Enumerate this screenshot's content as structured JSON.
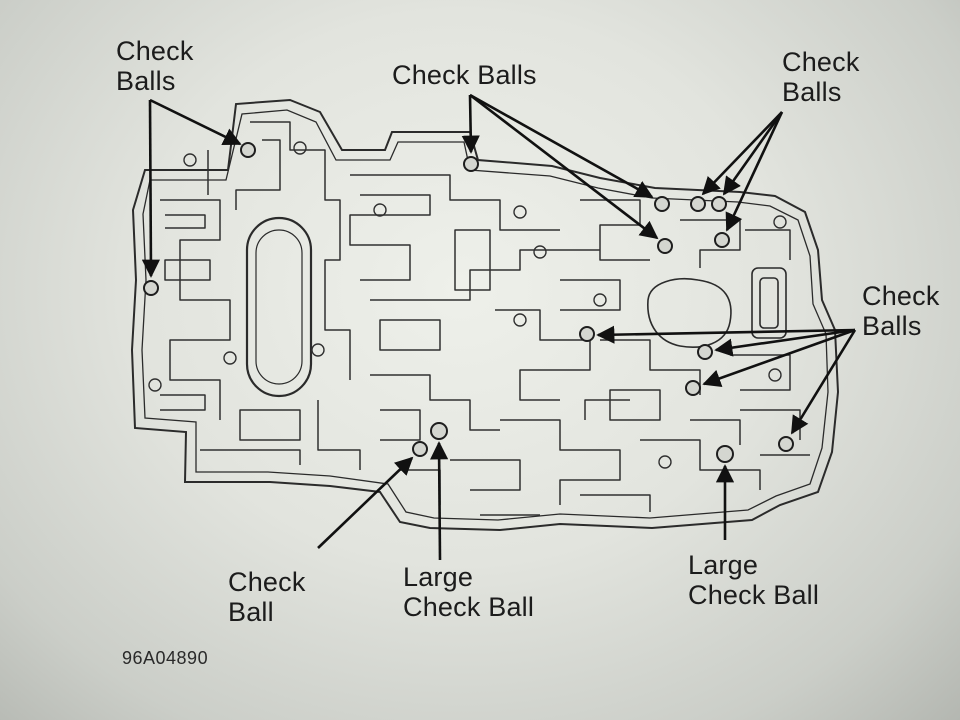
{
  "callouts": {
    "top_left": [
      "Check",
      "Balls"
    ],
    "top_center": "Check Balls",
    "top_right": [
      "Check",
      "Balls"
    ],
    "right": [
      "Check",
      "Balls"
    ],
    "bottom_left": [
      "Check",
      "Ball"
    ],
    "bottom_center": [
      "Large",
      "Check Ball"
    ],
    "bottom_right": [
      "Large",
      "Check Ball"
    ]
  },
  "figure_code": "96A04890"
}
